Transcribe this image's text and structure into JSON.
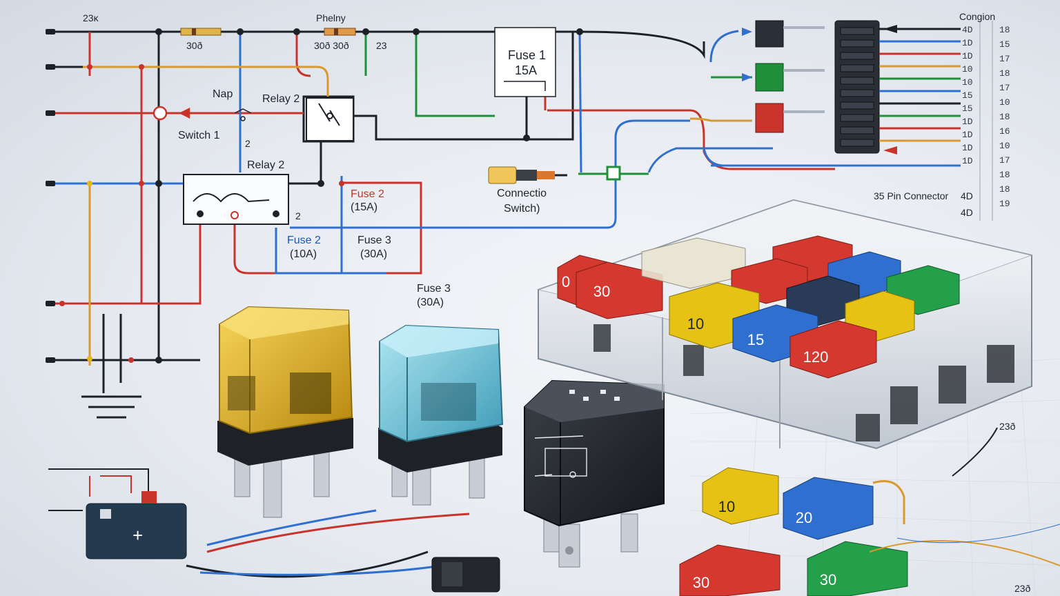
{
  "diagram": {
    "top_labels": {
      "left": "23ĸ",
      "middle": "Phelny",
      "codes_a": "30ð",
      "codes_b": "30ð 30ð",
      "codes_c": "23"
    },
    "labels": {
      "nap": "Nap",
      "switch1": "Switch 1",
      "switch1_sub": "2",
      "relay2_top": "Relay 2",
      "relay2_mid": "Relay 2",
      "relay2_mark": "2",
      "fuse1_title": "Fuse 1",
      "fuse1_rating": "15A",
      "fuse2_a_title": "Fuse 2",
      "fuse2_a_rating": "(15A)",
      "fuse2_b_title": "Fuse 2",
      "fuse2_b_rating": "(10A)",
      "fuse3_a_title": "Fuse 3",
      "fuse3_a_rating": "(30A)",
      "fuse3_b_title": "Fuse 3",
      "fuse3_b_rating": "(30A)",
      "connector_switch_1": "Connectio",
      "connector_switch_2": "Switch)",
      "pin_connector": "35 Pin Connector",
      "pin_connector_mark": "4D",
      "pin_connector_mark2": "4D",
      "corner_title": "Congion",
      "bottom_right_code": "23ð",
      "bottom_right_code2": "23ð"
    },
    "pin_numbers_right": [
      "18",
      "15",
      "17",
      "18",
      "17",
      "10",
      "18",
      "16",
      "10",
      "17",
      "18",
      "18",
      "19"
    ],
    "pin_marks_connector": [
      "4D",
      "1D",
      "1D",
      "10",
      "10",
      "15",
      "15",
      "1D",
      "1D",
      "1D",
      "1D"
    ],
    "fuse_box_values": [
      "0",
      "30",
      "10",
      "15",
      "120"
    ],
    "loose_fuse_values": [
      "10",
      "20",
      "30",
      "30"
    ],
    "colors": {
      "red": "#c8342c",
      "blue": "#2e6fcf",
      "green": "#1f8f3a",
      "yellow": "#e3b814",
      "black": "#1c2128",
      "wire_orange": "#d89a2e"
    }
  }
}
